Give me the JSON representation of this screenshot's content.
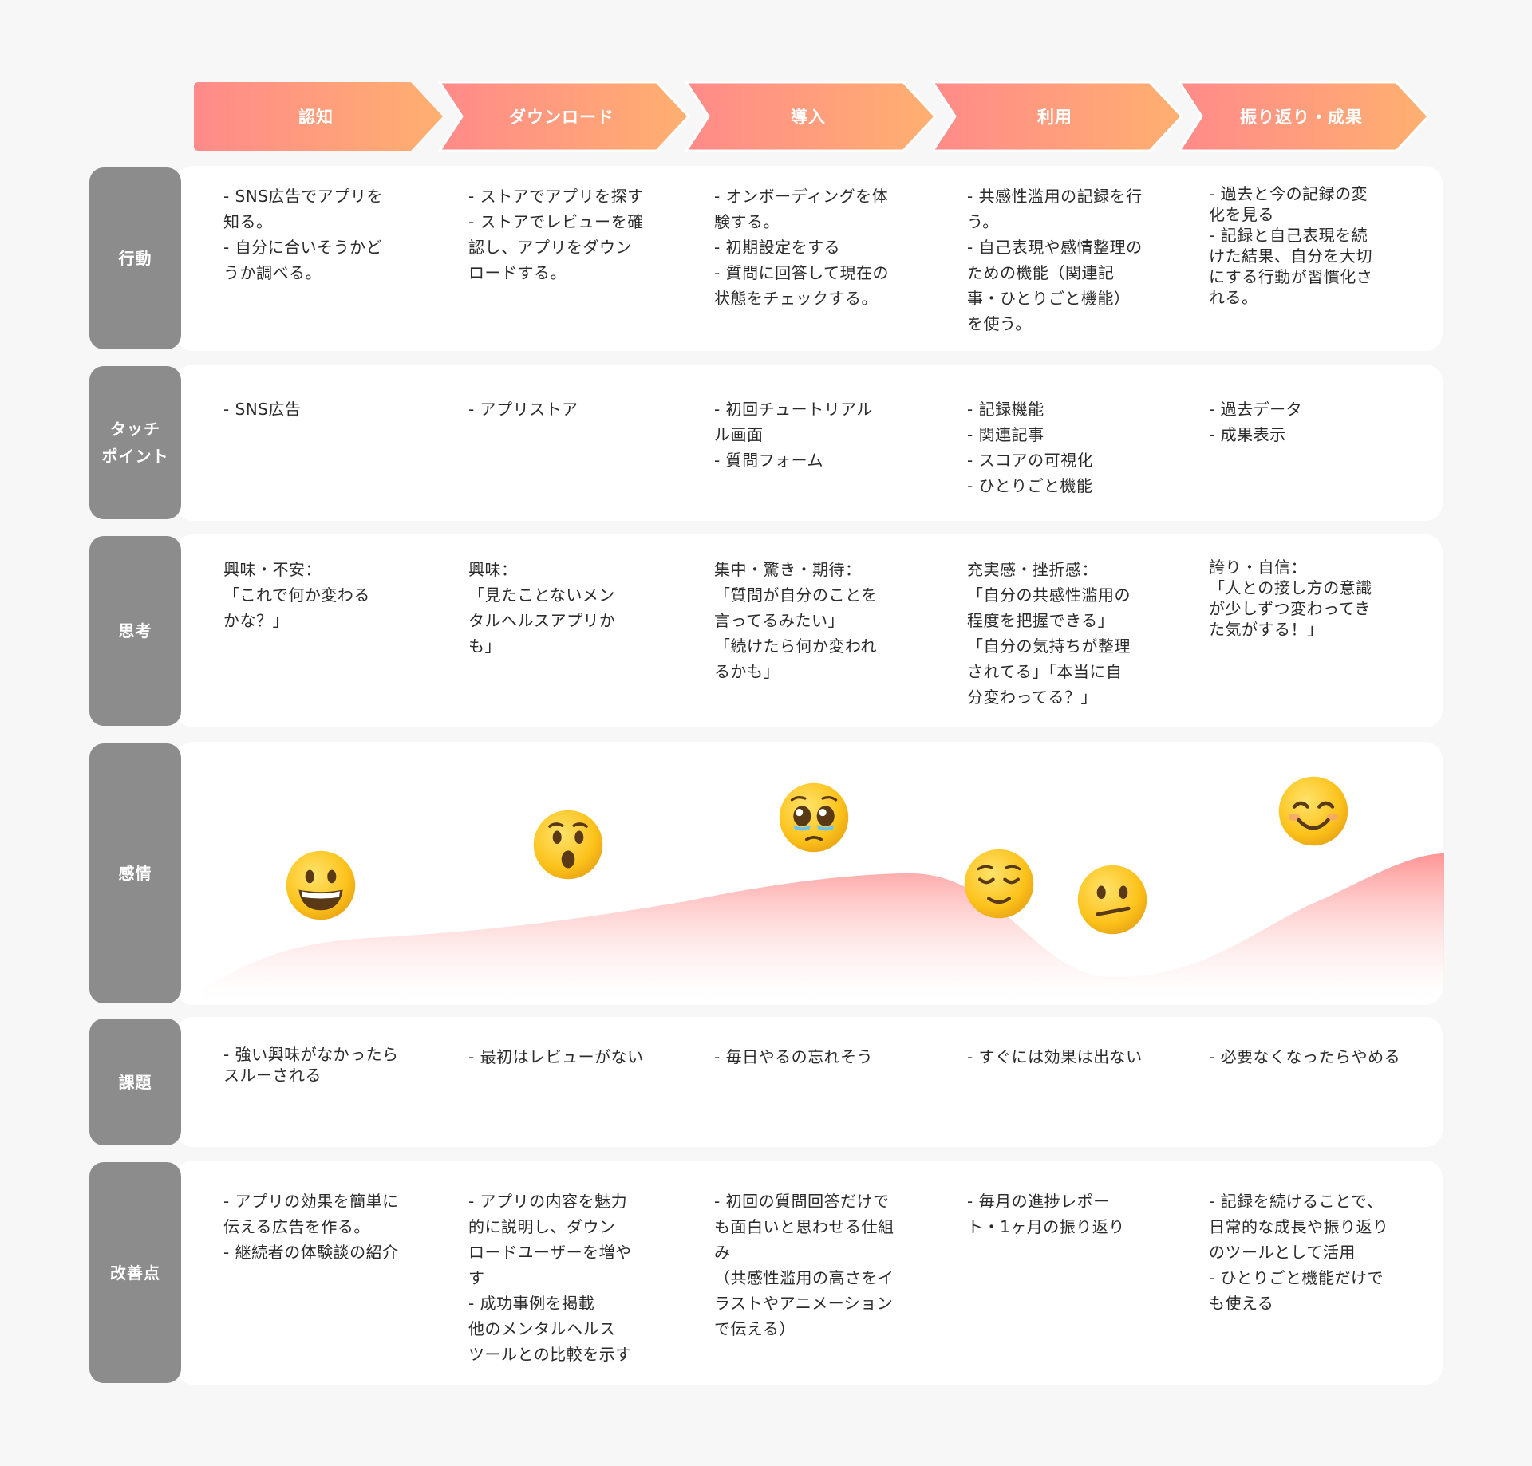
{
  "stages": [
    "認知",
    "ダウンロード",
    "導入",
    "利用",
    "振り返り・成果"
  ],
  "rows": [
    {
      "label": "行動",
      "cells": [
        "- SNS広告でアプリを\n知る。\n- 自分に合いそうかど\nうか調べる。",
        "- ストアでアプリを探す\n- ストアでレビューを確\n認し、アプリをダウン\nロードする。",
        "- オンボーディングを体\n験する。\n- 初期設定をする\n- 質問に回答して現在の\n状態をチェックする。",
        "- 共感性滥用の記録を行\nう。\n- 自己表現や感情整理の\nための機能（関連記\n事・ひとりごと機能）\nを使う。",
        "- 過去と今の記録の変\n化を見る\n- 記録と自己表現を続\nけた結果、自分を大切\nにする行動が習慣化さ\nれる。"
      ]
    },
    {
      "label": "タッチ\nポイント",
      "cells": [
        "- SNS広告",
        "- アプリストア",
        "- 初回チュートリアル\nル画面\n- 質問フォーム",
        "- 記録機能\n- 関連記事\n- スコアの可視化\n- ひとりごと機能",
        "- 過去データ\n- 成果表示"
      ]
    },
    {
      "label": "思考",
      "cells": [
        "興味・不安：\n「これで何か変わる\nかな？」",
        "興味：\n「見たことないメン\nタルヘルスアプリか\nも」",
        "集中・驚き・期待：\n「質問が自分のことを\n言ってるみたい」\n「続けたら何か変われ\nるかも」",
        "充実感・挫折感：\n「自分の共感性滥用の\n程度を把握できる」\n「自分の気持ちが整理\nされてる」「本当に自\n分変わってる？」",
        "誇り・自信：\n「人との接し方の意識\nが少しずつ変わってき\nた気がする！」"
      ]
    },
    {
      "label": "感情",
      "cells": []
    },
    {
      "label": "課題",
      "cells": [
        "- 強い興味がなかったら\nスルーされる",
        "- 最初はレビューがない",
        "- 毎日やるの忘れそう",
        "- すぐには効果は出ない",
        "- 必要なくなったらやめる"
      ]
    },
    {
      "label": "改善点",
      "cells": [
        "- アプリの効果を簡単に\n伝える広告を作る。\n- 継続者の体験談の紹介",
        "- アプリの内容を魅力\n的に説明し、ダウン\nロードユーザーを増や\nす\n- 成功事例を掲載\n他のメンタルヘルス\nツールとの比較を示す",
        "- 初回の質問回答だけで\nも面白いと思わせる仕組\nみ\n（共感性滥用の高さをイ\nラストやアニメーション\nで伝える）",
        "- 毎月の進捗レポー\nト・1ヶ月の振り返り",
        "- 記録を続けることで、\n日常的な成長や振り返り\nのツールとして活用\n- ひとりごと機能だけで\nも使える"
      ]
    }
  ],
  "emotion": {
    "emojis": [
      {
        "name": "grinning-face-icon",
        "stage": "認知"
      },
      {
        "name": "hushed-face-icon",
        "stage": "ダウンロード"
      },
      {
        "name": "pleading-face-icon",
        "stage": "導入"
      },
      {
        "name": "relieved-face-icon",
        "stage": "利用"
      },
      {
        "name": "neutral-face-icon",
        "stage": "利用"
      },
      {
        "name": "smiling-face-icon",
        "stage": "振り返り・成果"
      }
    ]
  },
  "colors": {
    "stage_gradient_start": "#ff8a8a",
    "stage_gradient_end": "#ffb070",
    "row_label_bg": "#8c8c8c",
    "curve_top": "#ff8f8f",
    "emoji_yellow": "#fcc21b"
  }
}
